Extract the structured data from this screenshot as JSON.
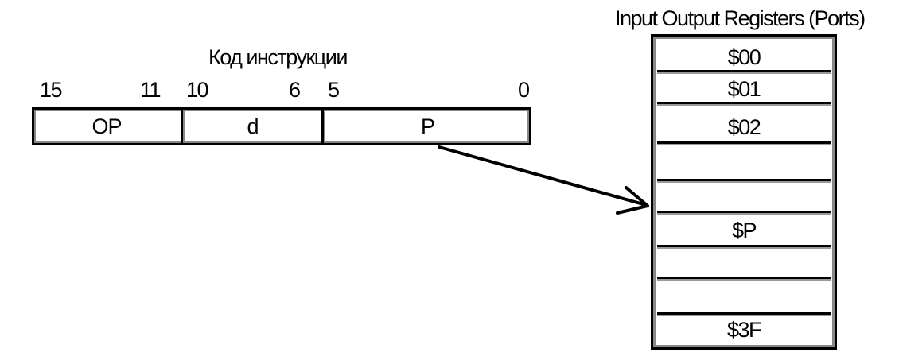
{
  "instruction": {
    "title": "Код инструкции",
    "bit_labels": [
      "15",
      "11",
      "10",
      "6",
      "5",
      "0"
    ],
    "fields": [
      "OP",
      "d",
      "P"
    ]
  },
  "registers": {
    "title": "Input Output Registers (Ports)",
    "rows": [
      "$00",
      "$01",
      "$02",
      "",
      "",
      "$P",
      "",
      "",
      "$3F"
    ]
  }
}
